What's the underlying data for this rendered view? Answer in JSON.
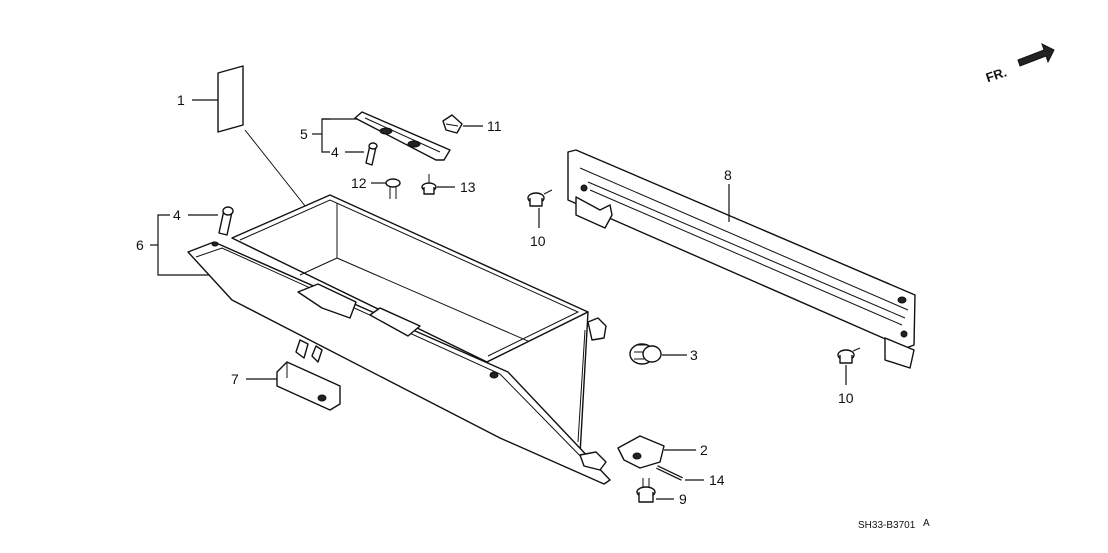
{
  "direction_label": "FR.",
  "diagram_code": "SH33-B3701",
  "diagram_code_suffix": "A",
  "callouts": [
    "1",
    "2",
    "3",
    "4",
    "4",
    "5",
    "6",
    "7",
    "8",
    "9",
    "10",
    "10",
    "11",
    "12",
    "13",
    "14"
  ]
}
